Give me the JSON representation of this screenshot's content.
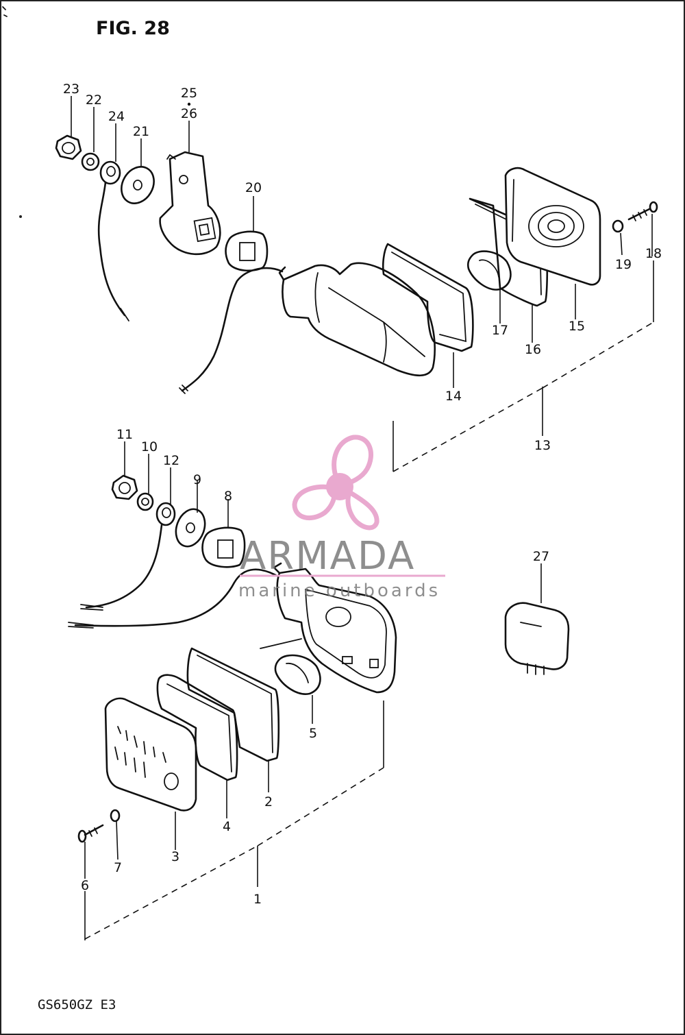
{
  "figure_title": "FIG. 28",
  "model_code": "GS650GZ  E3",
  "watermark": {
    "brand": "ARMADA",
    "tagline": "marine outboards",
    "color": "#e9a9cf"
  },
  "callouts": {
    "n1": "1",
    "n2": "2",
    "n3": "3",
    "n4": "4",
    "n5": "5",
    "n6": "6",
    "n7": "7",
    "n8": "8",
    "n9": "9",
    "n10": "10",
    "n11": "11",
    "n12": "12",
    "n13": "13",
    "n14": "14",
    "n15": "15",
    "n16": "16",
    "n17": "17",
    "n18": "18",
    "n19": "19",
    "n20": "20",
    "n21": "21",
    "n22": "22",
    "n23": "23",
    "n24": "24",
    "n25": "25",
    "n26": "26",
    "n27": "27"
  }
}
